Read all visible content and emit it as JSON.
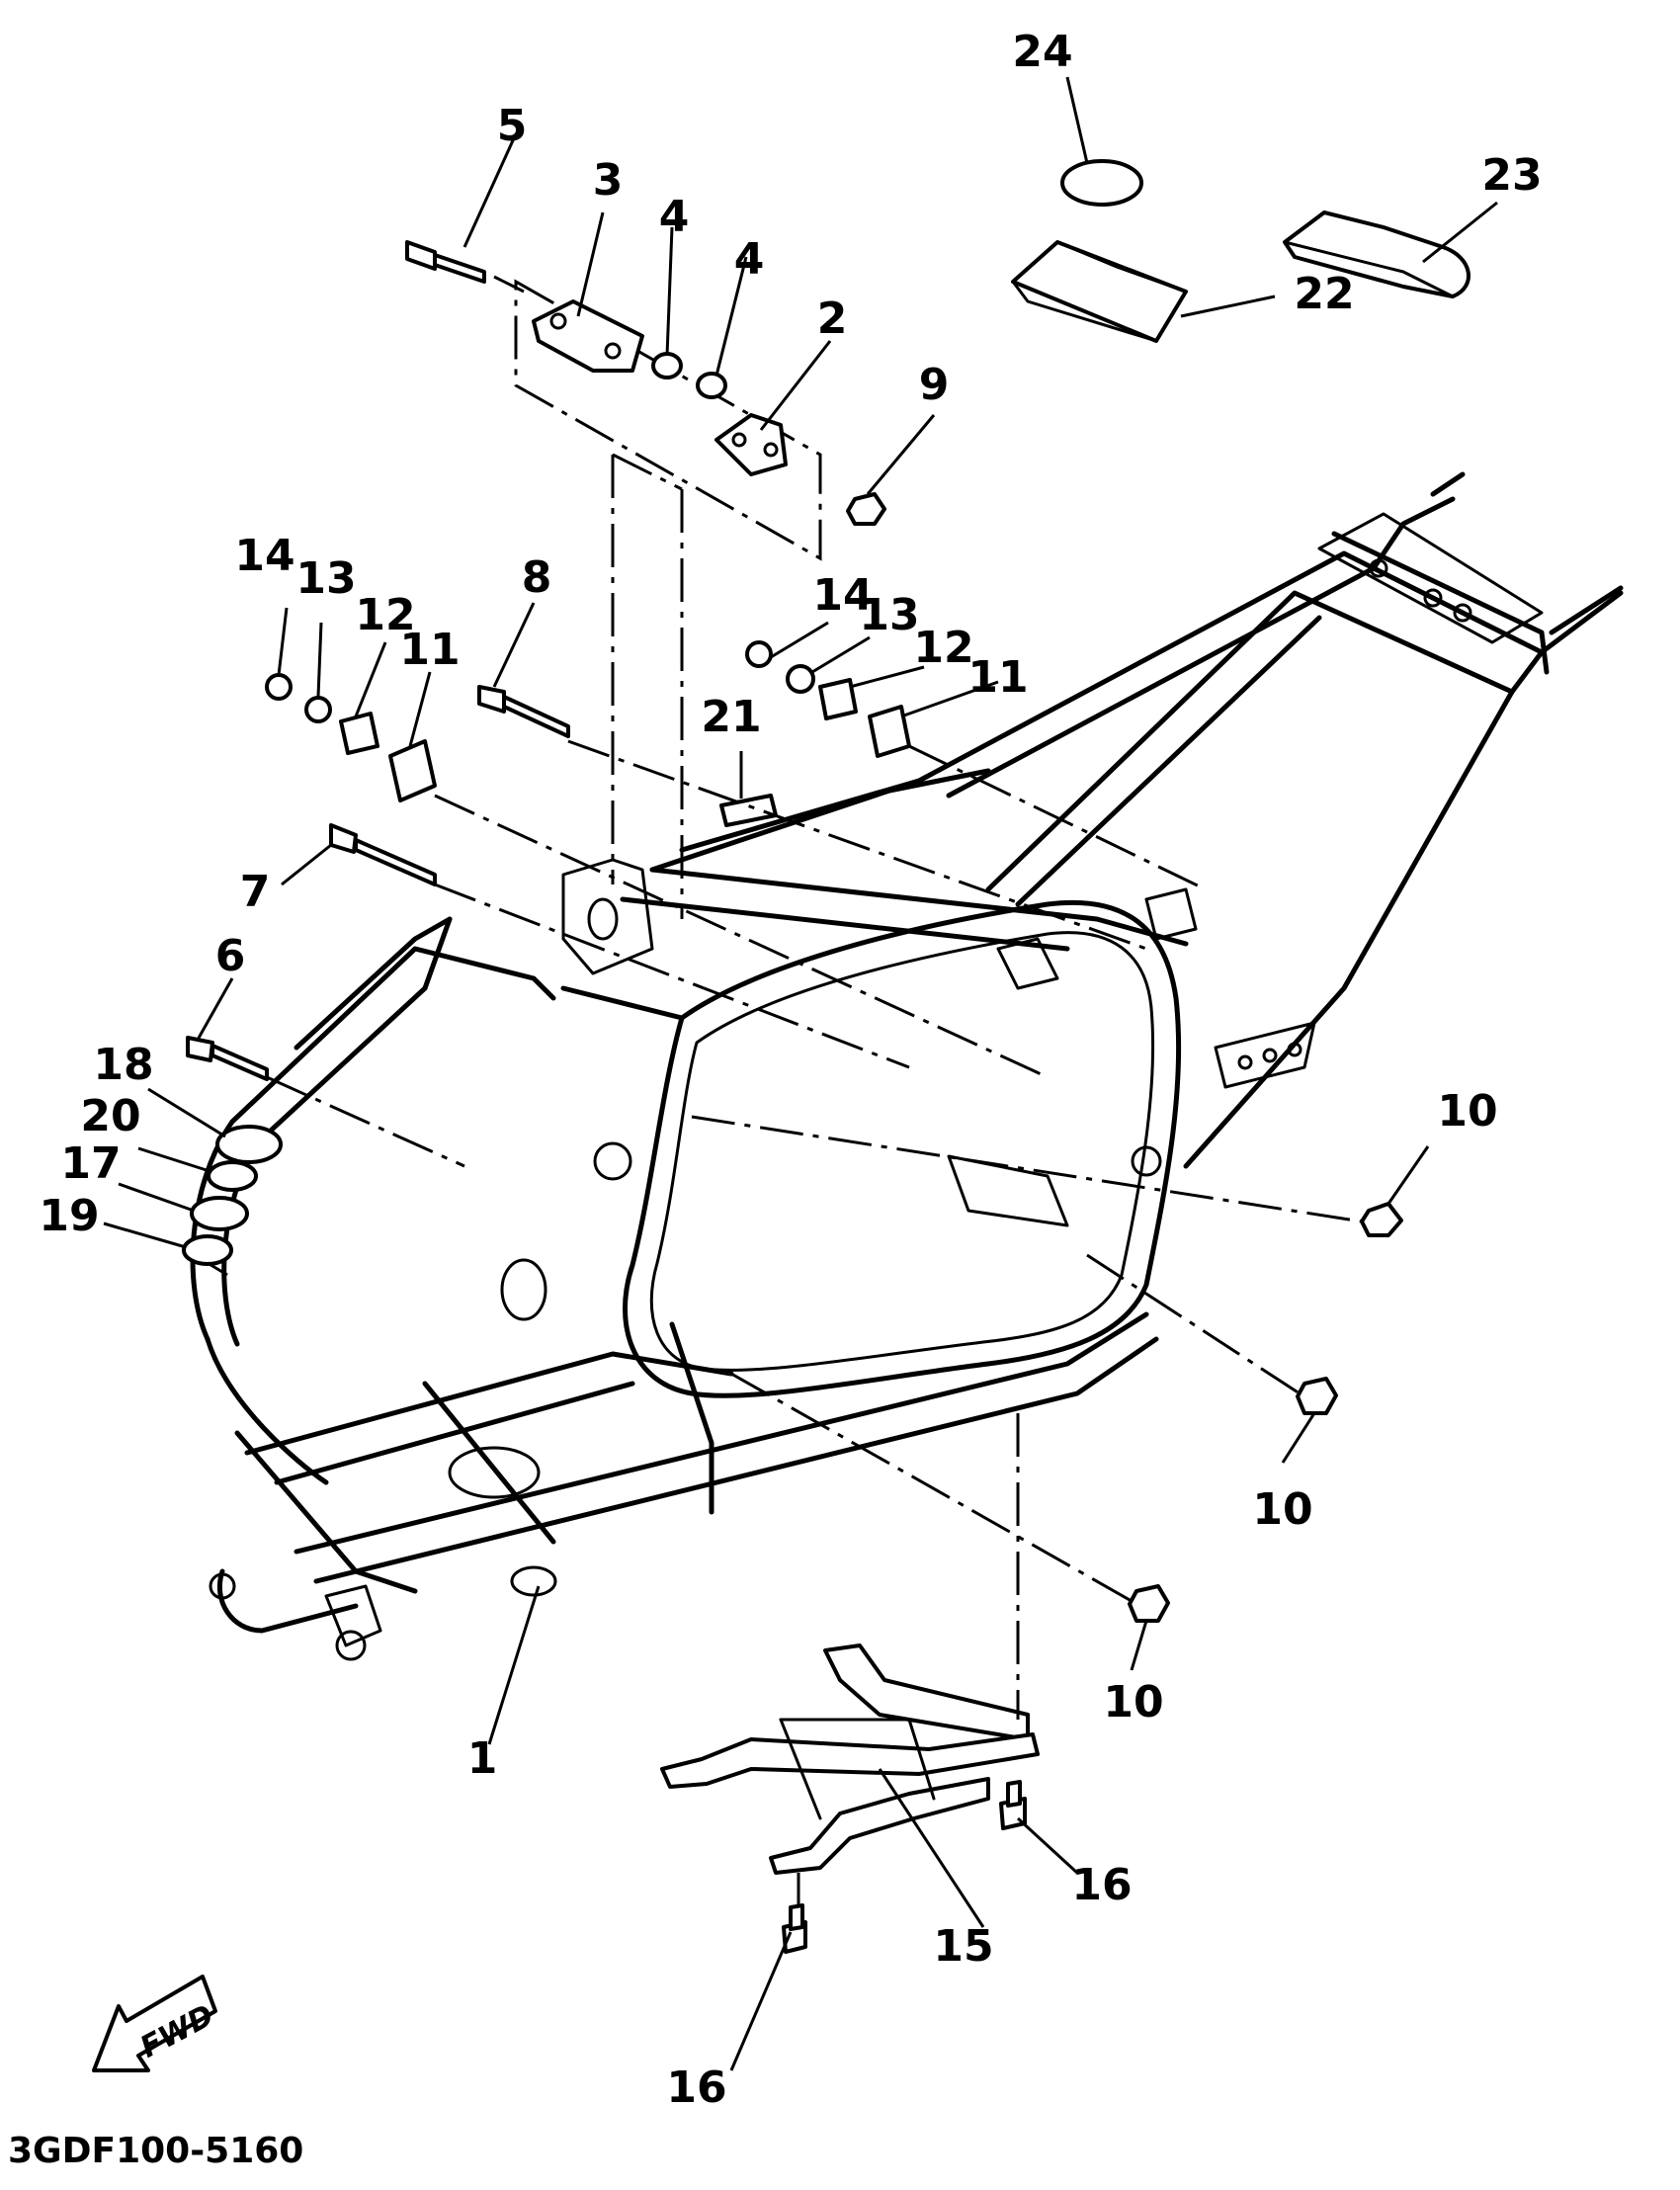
{
  "diagram": {
    "part_code": "3GDF100-5160",
    "fwd_label": "FWD",
    "callouts": [
      {
        "id": "c24",
        "label": "24"
      },
      {
        "id": "c23",
        "label": "23"
      },
      {
        "id": "c22",
        "label": "22"
      },
      {
        "id": "c5",
        "label": "5"
      },
      {
        "id": "c3",
        "label": "3"
      },
      {
        "id": "c4a",
        "label": "4"
      },
      {
        "id": "c4b",
        "label": "4"
      },
      {
        "id": "c2",
        "label": "2"
      },
      {
        "id": "c9",
        "label": "9"
      },
      {
        "id": "c8",
        "label": "8"
      },
      {
        "id": "c14a",
        "label": "14"
      },
      {
        "id": "c13a",
        "label": "13"
      },
      {
        "id": "c12a",
        "label": "12"
      },
      {
        "id": "c11a",
        "label": "11"
      },
      {
        "id": "c14b",
        "label": "14"
      },
      {
        "id": "c13b",
        "label": "13"
      },
      {
        "id": "c12b",
        "label": "12"
      },
      {
        "id": "c11b",
        "label": "11"
      },
      {
        "id": "c21",
        "label": "21"
      },
      {
        "id": "c7",
        "label": "7"
      },
      {
        "id": "c6",
        "label": "6"
      },
      {
        "id": "c18",
        "label": "18"
      },
      {
        "id": "c20",
        "label": "20"
      },
      {
        "id": "c17",
        "label": "17"
      },
      {
        "id": "c19",
        "label": "19"
      },
      {
        "id": "c10a",
        "label": "10"
      },
      {
        "id": "c10b",
        "label": "10"
      },
      {
        "id": "c10c",
        "label": "10"
      },
      {
        "id": "c1",
        "label": "1"
      },
      {
        "id": "c16a",
        "label": "16"
      },
      {
        "id": "c16b",
        "label": "16"
      },
      {
        "id": "c15",
        "label": "15"
      }
    ]
  }
}
